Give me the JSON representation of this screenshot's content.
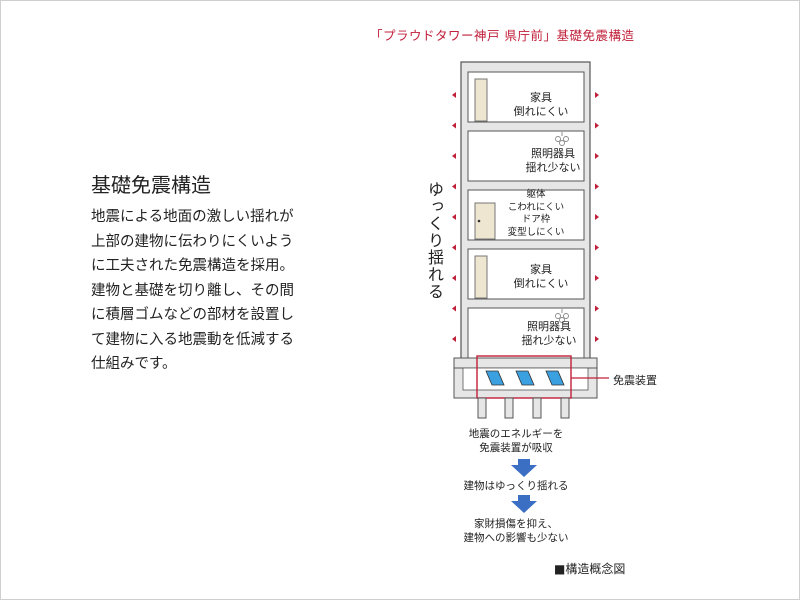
{
  "caption": "「プラウドタワー神戸 県庁前」基礎免震構造",
  "heading": "基礎免震構造",
  "body_lines": [
    "地震による地面の激しい揺れが",
    "上部の建物に伝わりにくいよう",
    "に工夫された免震構造を採用。",
    "建物と基礎を切り離し、その間",
    "に積層ゴムなどの部材を設置し",
    "て建物に入る地震動を低減する",
    "仕組みです。"
  ],
  "side_label": "ゆっくり揺れる",
  "floors": [
    {
      "line1": "家具",
      "line2": "倒れにくい",
      "line3": ""
    },
    {
      "line1": "照明器具",
      "line2": "揺れ少ない",
      "line3": ""
    },
    {
      "line1": "躯体",
      "line2": "こわれにくい",
      "line3": "ドア枠",
      "line4": "変型しにくい"
    },
    {
      "line1": "家具",
      "line2": "倒れにくい",
      "line3": ""
    },
    {
      "line1": "照明器具",
      "line2": "揺れ少ない",
      "line3": ""
    }
  ],
  "device_label": "免震装置",
  "flow": {
    "step1_line1": "地震のエネルギーを",
    "step1_line2": "免震装置が吸収",
    "step2": "建物はゆっくり揺れる",
    "step3_line1": "家財損傷を抑え、",
    "step3_line2": "建物への影響も少ない"
  },
  "figure_title": "■構造概念図",
  "colors": {
    "caption": "#c0203a",
    "arrow_red": "#c0203a",
    "flow_arrow": "#3a6fc4",
    "isolator": "#3aa0e0",
    "building_fill": "#e6e6e6",
    "door": "#efe6d2"
  }
}
